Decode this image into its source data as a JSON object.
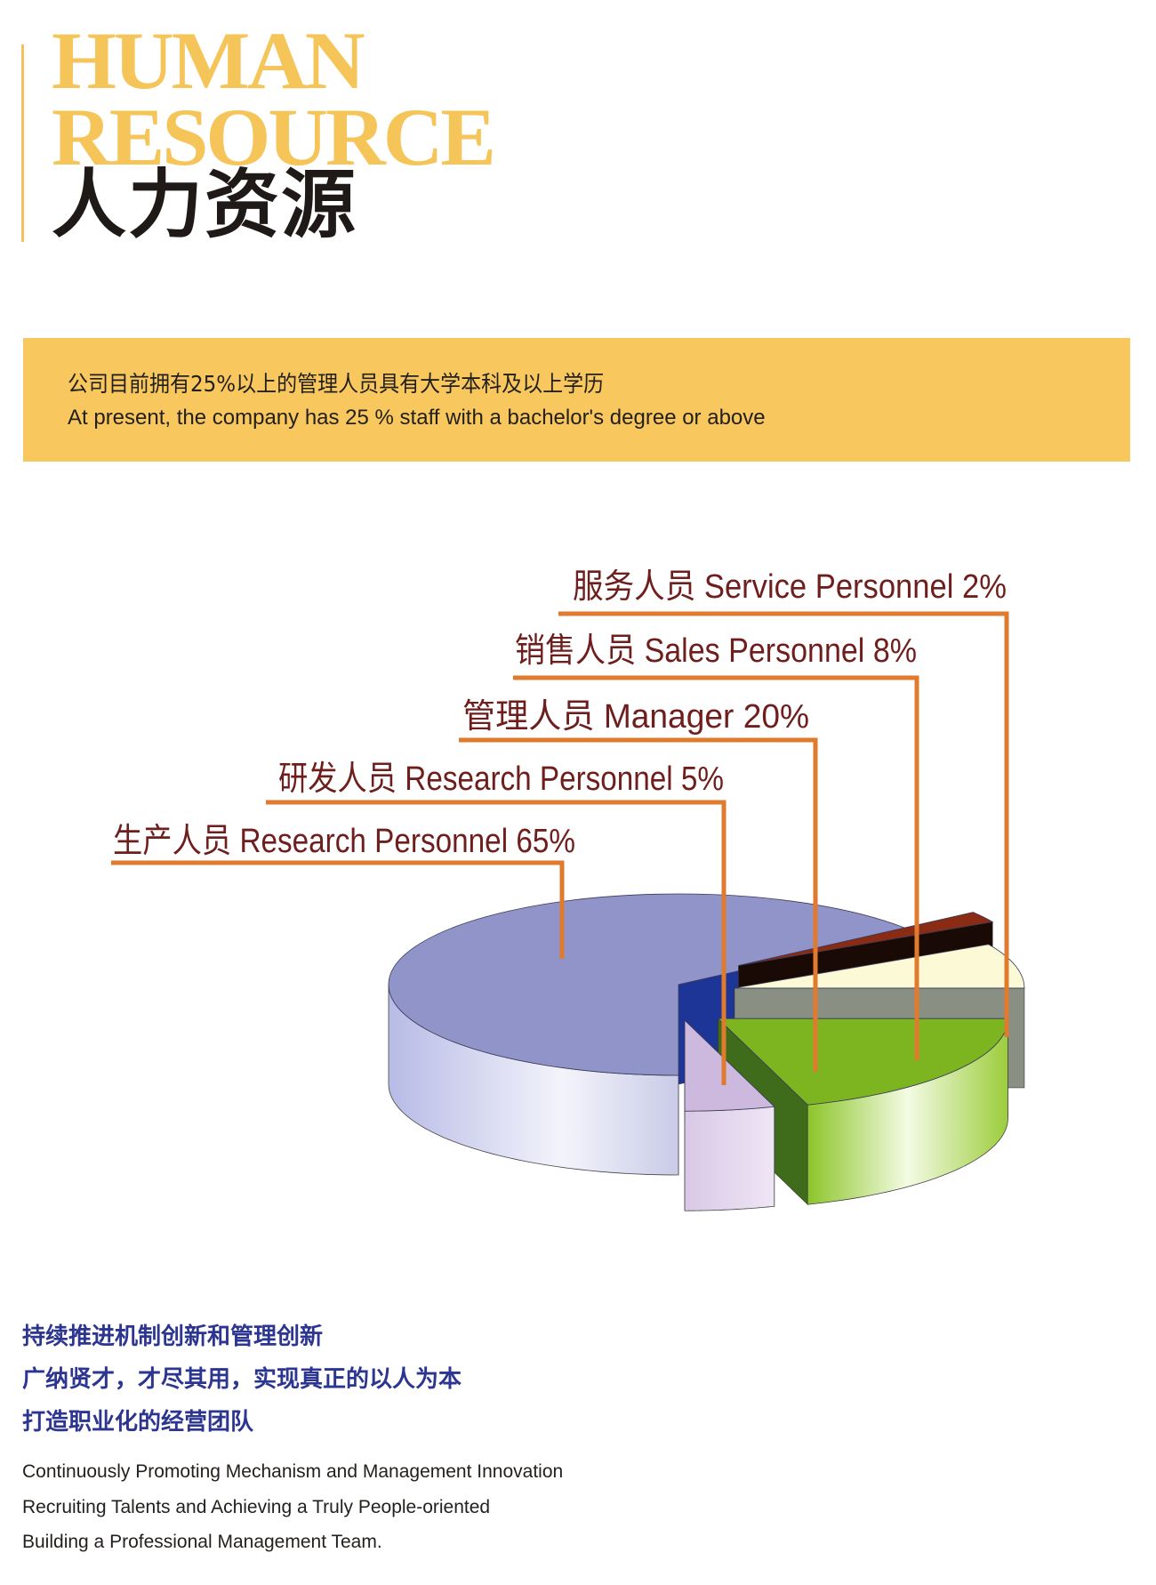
{
  "header": {
    "title_line1": "HUMAN",
    "title_line2": "RESOURCE",
    "title_cn": "人力资源"
  },
  "banner": {
    "text_cn": "公司目前拥有25%以上的管理人员具有大学本科及以上学历",
    "text_en": "At present, the company has 25 % staff with a bachelor's degree or above"
  },
  "chart_data": {
    "type": "pie",
    "style": "3d-exploded",
    "title": "",
    "categories": [
      {
        "cn": "生产人员",
        "en": "Research Personnel",
        "pct_label": "65%"
      },
      {
        "cn": "研发人员",
        "en": "Research Personnel",
        "pct_label": "5%"
      },
      {
        "cn": "管理人员",
        "en": "Manager",
        "pct_label": "20%"
      },
      {
        "cn": "销售人员",
        "en": "Sales Personnel",
        "pct_label": "8%"
      },
      {
        "cn": "服务人员",
        "en": "Service Personnel",
        "pct_label": "2%"
      }
    ],
    "values": [
      65,
      5,
      20,
      8,
      2
    ],
    "colors": [
      "#9094c9",
      "#cdb8de",
      "#7cb51f",
      "#fbf9d6",
      "#8a2b14"
    ],
    "leader_color": "#e07a2e",
    "label_color": "#6e1f1d"
  },
  "footer": {
    "cn_lines": [
      "持续推进机制创新和管理创新",
      "广纳贤才，才尽其用，实现真正的以人为本",
      "打造职业化的经营团队"
    ],
    "en_lines": [
      "Continuously Promoting Mechanism and Management Innovation",
      "Recruiting Talents and Achieving a Truly People-oriented",
      "Building a Professional Management Team."
    ]
  }
}
